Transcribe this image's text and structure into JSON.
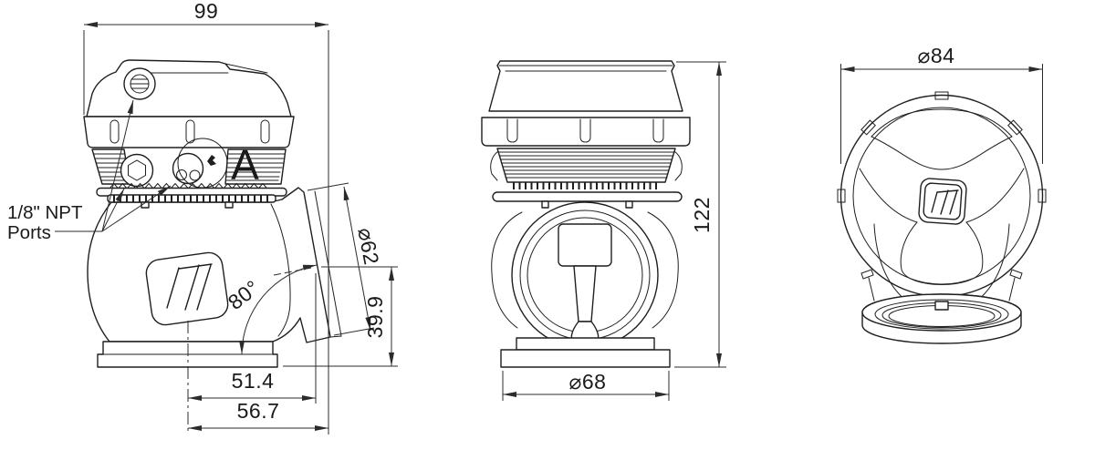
{
  "drawing": {
    "background": "#ffffff",
    "line_color": "#1f1f1f",
    "dimension_color": "#2b2b2b",
    "side_view": {
      "dim_overall_width": "99",
      "ports_note_line1": "1/8\" NPT",
      "ports_note_line2": "Ports",
      "detail_marker": "A",
      "dim_outlet_angle": "80°",
      "dim_outlet_diameter": "⌀62",
      "dim_outlet_height": "39.9",
      "dim_outlet_offset_inner": "51.4",
      "dim_outlet_offset_outer": "56.7"
    },
    "front_view": {
      "dim_overall_height": "122",
      "dim_base_diameter": "⌀68"
    },
    "top_view": {
      "dim_cap_diameter": "⌀84"
    }
  }
}
